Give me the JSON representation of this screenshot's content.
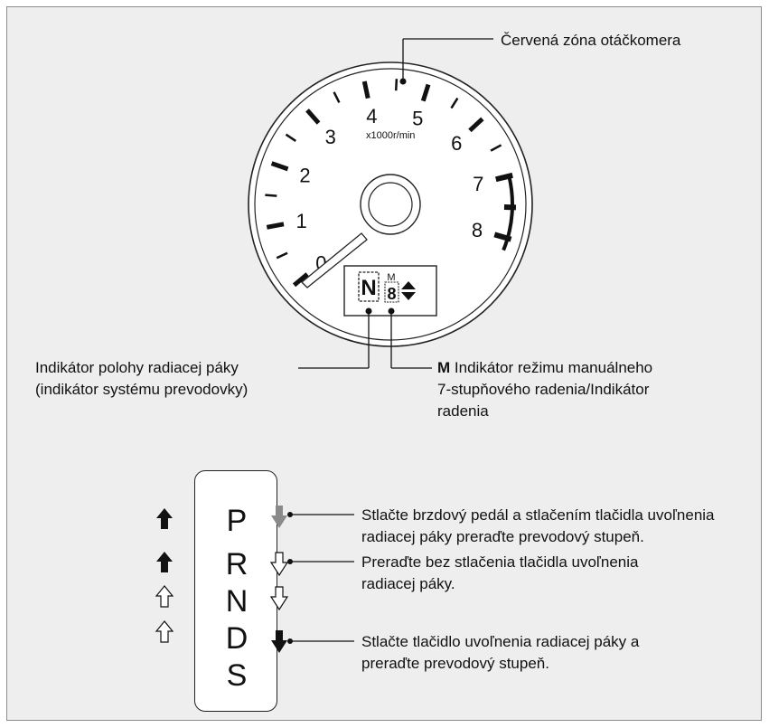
{
  "gauge": {
    "numbers": [
      "0",
      "1",
      "2",
      "3",
      "4",
      "5",
      "6",
      "7",
      "8"
    ],
    "unit": "x1000r/min",
    "shift_display": {
      "position_glyph": "N",
      "gear_glyph": "8",
      "mode_letter": "M"
    }
  },
  "callouts": {
    "redzone": "Červená zóna otáčkomera",
    "position_indicator": {
      "line1": "Indikátor polohy radiacej páky",
      "line2": "(indikátor systému prevodovky)"
    },
    "manual_mode": {
      "bold_prefix": "M",
      "line1": "Indikátor režimu manuálneho",
      "line2": "7-stupňového radenia/Indikátor",
      "line3": "radenia"
    }
  },
  "gearshift": {
    "gears": [
      "P",
      "R",
      "N",
      "D",
      "S"
    ],
    "left_arrows": [
      {
        "gear": "P",
        "style": "filled-up"
      },
      {
        "gear": "R",
        "style": "filled-up"
      },
      {
        "gear": "N",
        "style": "outline-up"
      },
      {
        "gear": "D",
        "style": "outline-up"
      }
    ],
    "right_arrows": [
      {
        "between": "P-R",
        "style": "gray-down"
      },
      {
        "between": "R-N",
        "style": "outline-down"
      },
      {
        "between": "N-D",
        "style": "outline-down"
      },
      {
        "between": "D-S",
        "style": "filled-down"
      }
    ],
    "notes": [
      {
        "line1": "Stlačte brzdový pedál a stlačením tlačidla uvoľnenia",
        "line2": "radiacej páky preraďte prevodový stupeň."
      },
      {
        "line1": "Preraďte bez stlačenia tlačidla uvoľnenia",
        "line2": "radiacej páky."
      },
      {
        "line1": "Stlačte tlačidlo uvoľnenia radiacej páky a",
        "line2": "preraďte prevodový stupeň."
      }
    ]
  },
  "colors": {
    "panel_bg": "#eeeeee",
    "panel_border": "#8c8c8c",
    "ink": "#111111",
    "gray_arrow": "#8a8a8a"
  }
}
